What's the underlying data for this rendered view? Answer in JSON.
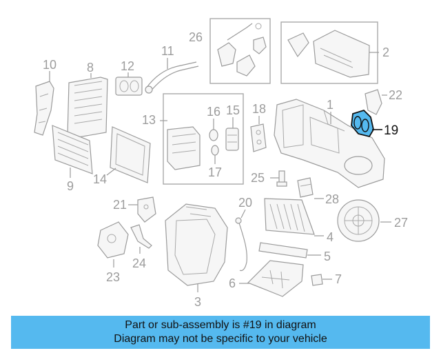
{
  "banner": {
    "line1": "Part or sub-assembly is #19 in diagram",
    "line2": "Diagram may not be specific to your vehicle",
    "color": "#55b9ef"
  },
  "highlight": {
    "part_number": "19",
    "fill": "#55b9ef",
    "stroke": "#111111"
  },
  "callouts": {
    "c1": "1",
    "c2": "2",
    "c3": "3",
    "c4": "4",
    "c5": "5",
    "c6": "6",
    "c7": "7",
    "c8": "8",
    "c9": "9",
    "c10": "10",
    "c11": "11",
    "c12": "12",
    "c13": "13",
    "c14": "14",
    "c15": "15",
    "c16": "16",
    "c17": "17",
    "c18": "18",
    "c19": "19",
    "c20": "20",
    "c21": "21",
    "c22": "22",
    "c23": "23",
    "c24": "24",
    "c25": "25",
    "c26": "26",
    "c27": "27",
    "c28": "28"
  }
}
